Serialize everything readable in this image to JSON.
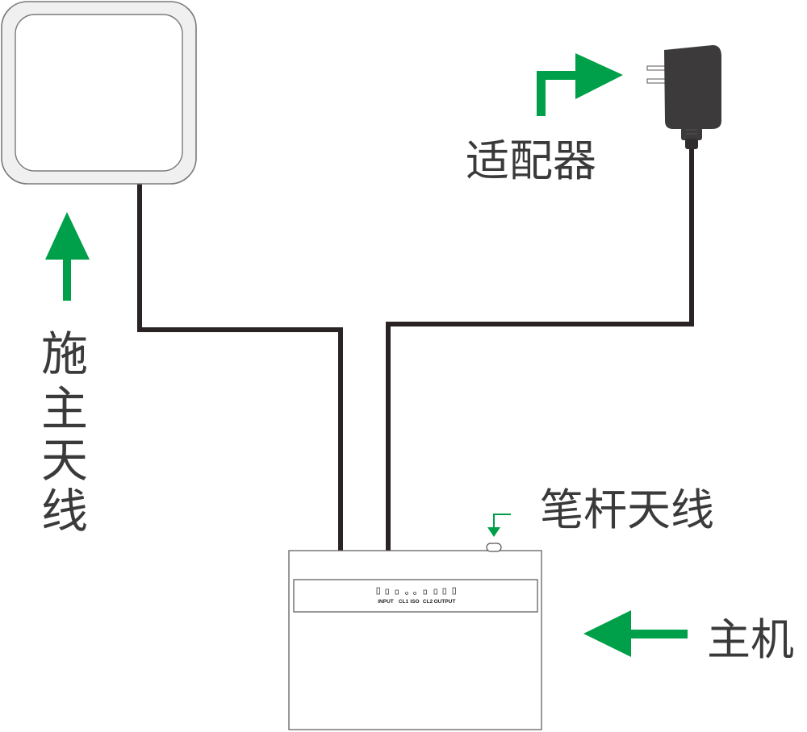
{
  "labels": {
    "adapter": "适配器",
    "indoor_antenna": [
      "施",
      "主",
      "天",
      "线"
    ],
    "pen_antenna": "笔杆天线",
    "host": "主机"
  },
  "panel_indicators": [
    "INPUT",
    "CL1",
    "ISO",
    "CL2",
    "OUTPUT"
  ],
  "colors": {
    "arrow": "#00a04a",
    "cable": "#2a2323",
    "adapter_body": "#3c3a3a",
    "text": "#3a3a3a"
  },
  "icons": {
    "indoor_antenna": "square-panel-antenna",
    "adapter": "power-adapter-icon",
    "host": "repeater-host-box"
  }
}
